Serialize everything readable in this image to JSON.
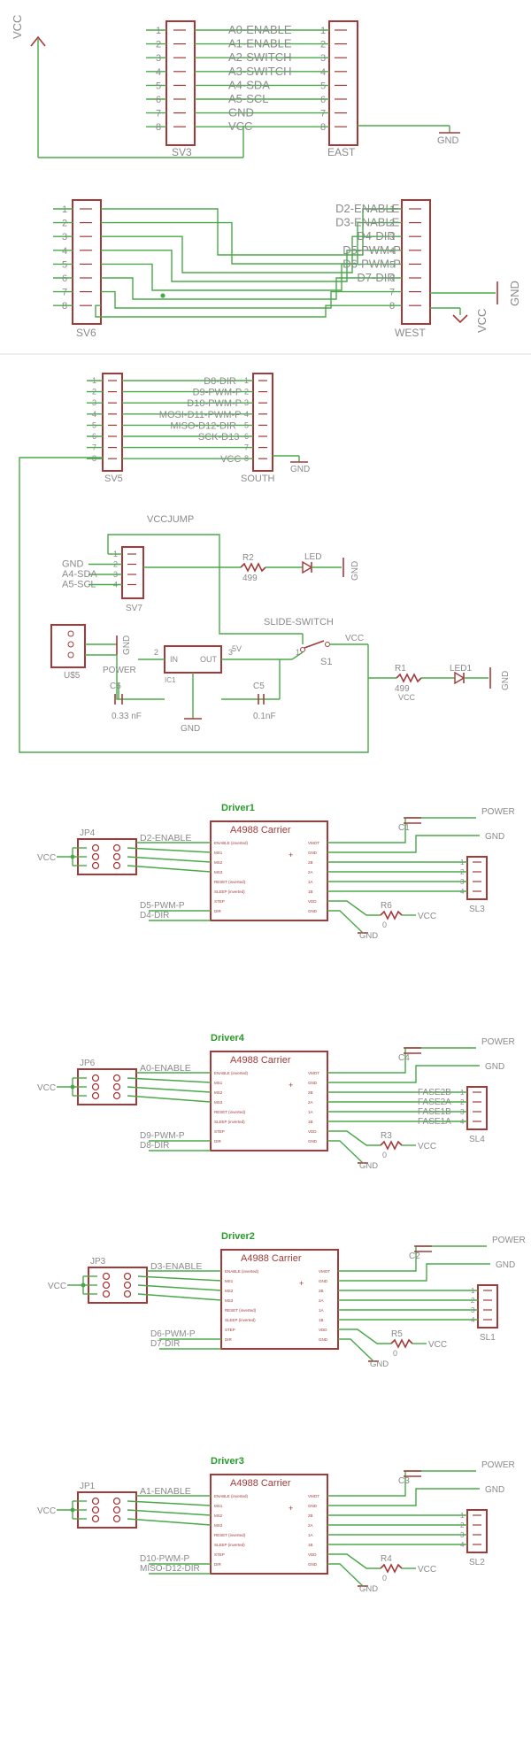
{
  "connectors": {
    "sv3": {
      "name": "SV3",
      "pins": [
        "1",
        "2",
        "3",
        "4",
        "5",
        "6",
        "7",
        "8"
      ]
    },
    "east": {
      "name": "EAST",
      "labels": [
        "A0-ENABLE",
        "A1-ENABLE",
        "A2-SWITCH",
        "A3-SWITCH",
        "A4-SDA",
        "A5-SCL",
        "GND",
        "VCC"
      ],
      "pins": [
        "1",
        "2",
        "3",
        "4",
        "5",
        "6",
        "7",
        "8"
      ]
    },
    "sv6": {
      "name": "SV6",
      "pins": [
        "1",
        "2",
        "3",
        "4",
        "5",
        "6",
        "7",
        "8"
      ]
    },
    "west": {
      "name": "WEST",
      "labels": [
        "D2-ENABLE",
        "D3-ENABLE",
        "D4-DIR",
        "D5-PWM-P",
        "D6-PWM-P",
        "D7-DIR"
      ],
      "pins": [
        "1",
        "2",
        "3",
        "4",
        "5",
        "6",
        "7",
        "8"
      ]
    },
    "sv5": {
      "name": "SV5",
      "pins": [
        "1",
        "2",
        "3",
        "4",
        "5",
        "6",
        "7",
        "8"
      ]
    },
    "south": {
      "name": "SOUTH",
      "labels": [
        "D8-DIR",
        "D9-PWM-P",
        "D10-PWM-P",
        "MOSI-D11-PWM-P",
        "MISO-D12-DIR",
        "SCK-D13",
        "",
        "VCC"
      ],
      "pins": [
        "1",
        "2",
        "3",
        "4",
        "5",
        "6",
        "7",
        "8"
      ]
    }
  },
  "power": {
    "vcc": "VCC",
    "gnd": "GND",
    "vccjump": "VCCJUMP",
    "sv7": "SV7",
    "sv7_labels": [
      "GND",
      "A4-SDA",
      "A5-SCL"
    ],
    "sv7_pins": [
      "1",
      "2",
      "3",
      "4"
    ],
    "r2": "R2",
    "r2_val": "499",
    "led": "LED",
    "slide_switch": "SLIDE-SWITCH",
    "s1": "S1",
    "us5": "U$5",
    "power_label": "POWER",
    "ic1": "IC1",
    "in": "IN",
    "out": "OUT",
    "pin2": "2",
    "pin3": "3",
    "pin1": "1",
    "gnd_pin": "GND",
    "v5": "5V",
    "c6": "C6",
    "c6_val": "0.33 nF",
    "c5": "C5",
    "c5_val": "0.1nF",
    "r1": "R1",
    "r1_val": "499",
    "led1": "LED1"
  },
  "drivers": [
    {
      "title": "Driver1",
      "jumper": "JP4",
      "signals": [
        "D2-ENABLE",
        "D5-PWM-P",
        "D4-DIR"
      ],
      "cap": "C1",
      "res": "R6",
      "res_val": "0",
      "header": "SL3",
      "fase": [
        "",
        "",
        "",
        ""
      ]
    },
    {
      "title": "Driver4",
      "jumper": "JP6",
      "signals": [
        "A0-ENABLE",
        "D9-PWM-P",
        "D8-DIR"
      ],
      "cap": "C4",
      "res": "R3",
      "res_val": "0",
      "header": "SL4",
      "fase": [
        "FASE2B",
        "FASE2A",
        "FASE1B",
        "FASE1A"
      ]
    },
    {
      "title": "Driver2",
      "jumper": "JP3",
      "signals": [
        "D3-ENABLE",
        "D6-PWM-P",
        "D7-DIR"
      ],
      "cap": "C2",
      "res": "R5",
      "res_val": "0",
      "header": "SL1",
      "fase": [
        "",
        "",
        "",
        ""
      ]
    },
    {
      "title": "Driver3",
      "jumper": "JP1",
      "signals": [
        "A1-ENABLE",
        "D10-PWM-P",
        "MISO-D12-DIR"
      ],
      "cap": "C3",
      "res": "R4",
      "res_val": "0",
      "header": "SL2",
      "fase": [
        "",
        "",
        "",
        ""
      ]
    }
  ],
  "carrier": {
    "title": "A4988 Carrier",
    "left_pins": [
      "ENABLE (inverted)",
      "MS1",
      "MS2",
      "MS3",
      "RESET (inverted)",
      "SLEEP (inverted)",
      "STEP",
      "DIR"
    ],
    "right_pins": [
      "VMOT",
      "GND",
      "2B",
      "2A",
      "1A",
      "1B",
      "VDD",
      "GND"
    ],
    "power": "POWER",
    "gnd": "GND",
    "vcc": "VCC",
    "hdr_pins": [
      "1",
      "2",
      "3",
      "4"
    ]
  }
}
